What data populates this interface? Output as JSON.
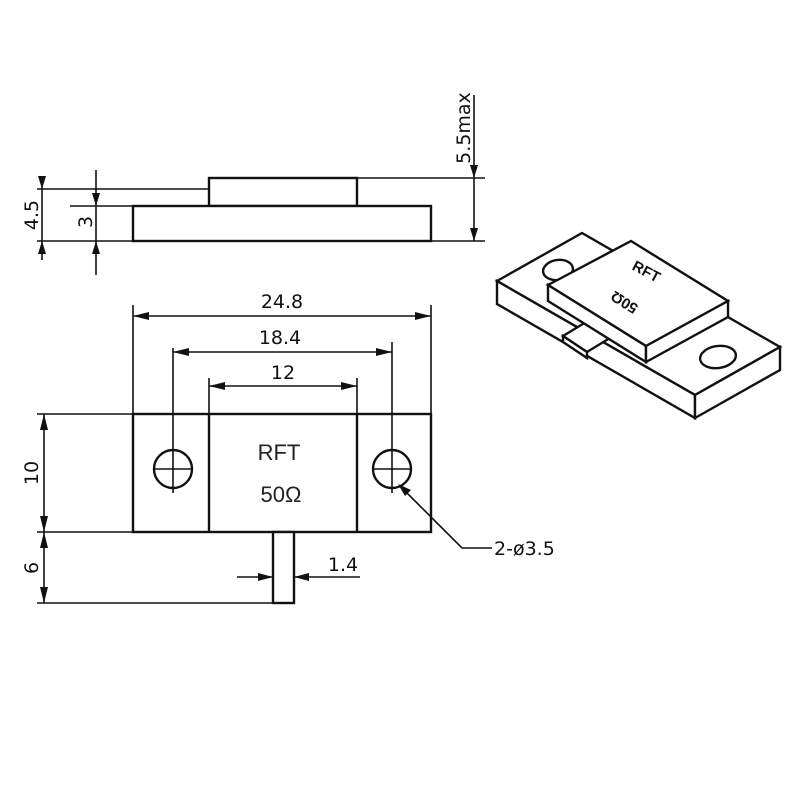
{
  "side_view": {
    "total_height_label": "4.5",
    "base_height_label": "3",
    "max_height_label": "5.5max"
  },
  "top_view": {
    "width_label": "24.8",
    "hole_spacing_label": "18.4",
    "body_width_label": "12",
    "height_label": "10",
    "lead_length_label": "6",
    "lead_width_label": "1.4",
    "hole_callout_label": "2-ø3.5",
    "marking_line1": "RFT",
    "marking_line2": "50Ω"
  },
  "iso_view": {
    "marking_line1": "RFT",
    "marking_line2": "50Ω"
  }
}
